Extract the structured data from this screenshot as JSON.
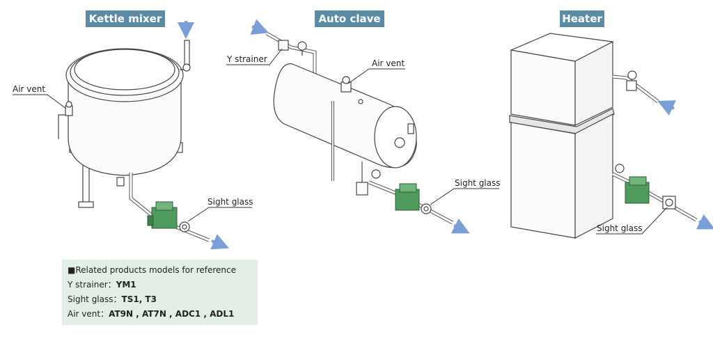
{
  "titles": {
    "kettle": "Kettle mixer",
    "autoclave": "Auto clave",
    "heater": "Heater"
  },
  "callouts": {
    "kettle_air_vent": "Air vent",
    "kettle_sight_glass": "Sight glass",
    "autoclave_y_strainer": "Y strainer",
    "autoclave_air_vent": "Air vent",
    "autoclave_sight_glass": "Sight glass",
    "heater_sight_glass": "Sight glass"
  },
  "reference": {
    "heading": "■Related products models for reference",
    "rows": [
      {
        "label": "Y strainer：",
        "value": "YM1"
      },
      {
        "label": "Sight glass：",
        "value": "TS1, T3"
      },
      {
        "label": "Air vent：",
        "value": "AT9N , AT7N , ADC1 , ADL1"
      }
    ]
  },
  "colors": {
    "title_badge": "#5b8ba5",
    "reference_box": "#e3efe4",
    "flow_arrow": "#7a9fd6",
    "trap_green": "#4f9a5d"
  }
}
